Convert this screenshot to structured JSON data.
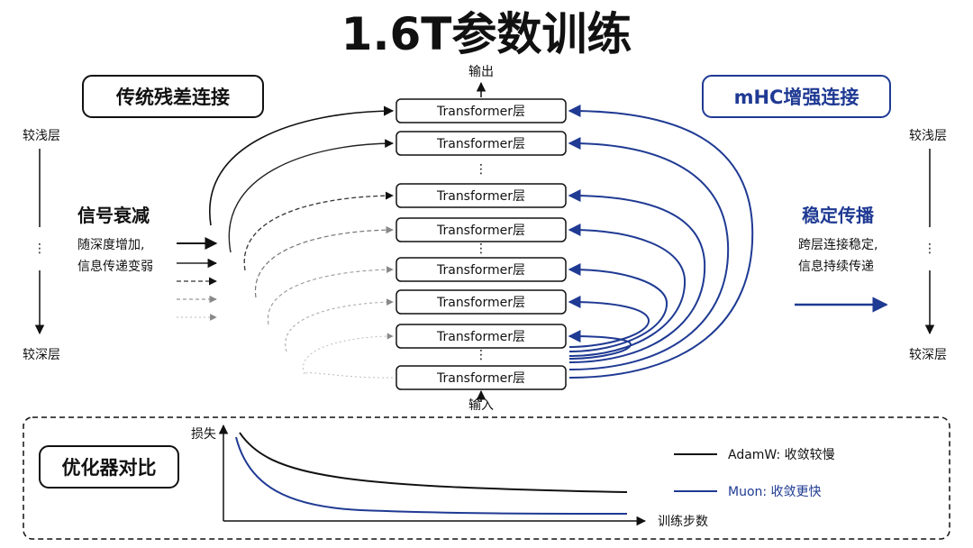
{
  "title": "1.6T参数训练",
  "left": {
    "label": "传统残差连接",
    "shallow": "较浅层",
    "deep": "较深层",
    "heading": "信号衰减",
    "desc": [
      "随深度增加,",
      "信息传递变弱"
    ]
  },
  "right": {
    "label": "mHC增强连接",
    "shallow": "较浅层",
    "deep": "较深层",
    "heading": "稳定传播",
    "desc": [
      "跨层连接稳定,",
      "信息持续传递"
    ]
  },
  "stack": {
    "output": "输出",
    "input": "输入",
    "layers": [
      "Transformer层",
      "Transformer层",
      "Transformer层",
      "Transformer层",
      "Transformer层",
      "Transformer层",
      "Transformer层",
      "Transformer层"
    ],
    "ellipsis": "⋮"
  },
  "optimizer": {
    "label": "优化器对比",
    "ylabel": "损失",
    "xlabel": "训练步数",
    "legend": [
      {
        "name": "AdamW: 收敛较慢",
        "color": "#111111"
      },
      {
        "name": "Muon: 收敛更快",
        "color": "#1f3a93"
      }
    ]
  },
  "colors": {
    "accent": "#1f3a93",
    "ink": "#111111",
    "faded": "#999999"
  }
}
